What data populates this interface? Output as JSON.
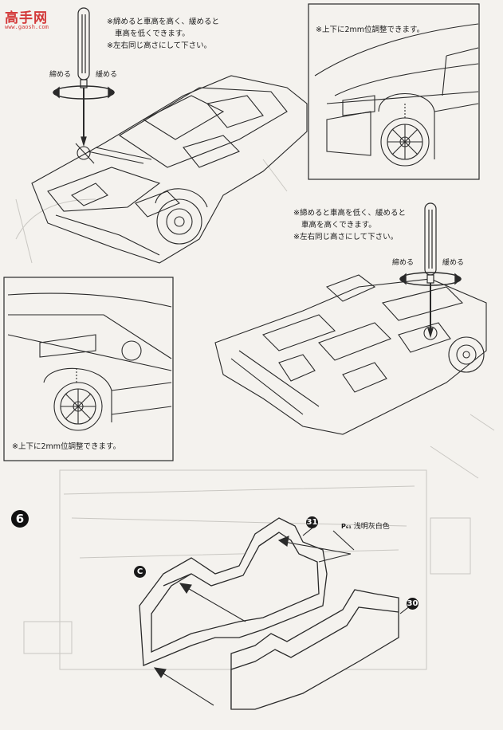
{
  "watermark": {
    "main": "高手网",
    "sub": "www.gaosh.com"
  },
  "front_note": {
    "line1": "※締めると車高を高く、緩めると",
    "line2": "車高を低くできます。",
    "line3": "※左右同じ高さにして下さい。"
  },
  "front_labels": {
    "tighten": "締める",
    "loosen": "緩める"
  },
  "front_inset_note": "※上下に2mm位調整できます。",
  "rear_note": {
    "line1": "※締めると車高を低く、緩めると",
    "line2": "車高を高くできます。",
    "line3": "※左右同じ高さにして下さい。"
  },
  "rear_labels": {
    "tighten": "締める",
    "loosen": "緩める"
  },
  "rear_inset_note": "※上下に2mm位調整できます。",
  "step6": {
    "number": "6",
    "paint_prefix": "P₆₁",
    "paint_note": "浅明灰白色",
    "part_31": "31",
    "part_30": "30",
    "part_c": "C"
  },
  "colors": {
    "line": "#2a2a2a",
    "paper": "#f4f2ee",
    "ghost": "#c9c7c2",
    "watermark": "#d33a3a"
  }
}
